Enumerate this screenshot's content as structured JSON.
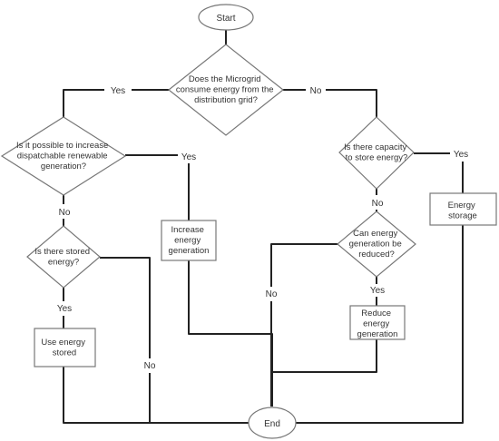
{
  "nodes": {
    "start": "Start",
    "end": "End",
    "q_consume": [
      "Does the Microgrid",
      "consume energy from the",
      "distribution grid?"
    ],
    "q_increase": [
      "Is it possible to increase",
      "dispatchable renewable",
      "generation?"
    ],
    "q_stored": [
      "Is there stored",
      "energy?"
    ],
    "q_capacity": [
      "Is there capacity",
      "to store energy?"
    ],
    "q_reduce": [
      "Can energy",
      "generation be",
      "reduced?"
    ],
    "a_increase": [
      "Increase",
      "energy",
      "generation"
    ],
    "a_use": [
      "Use energy",
      "stored"
    ],
    "a_reduce": [
      "Reduce",
      "energy",
      "generation"
    ],
    "a_storage": [
      "Energy",
      "storage"
    ]
  },
  "edge_labels": {
    "consume_yes": "Yes",
    "consume_no": "No",
    "increase_yes": "Yes",
    "increase_no": "No",
    "stored_yes": "Yes",
    "stored_no": "No",
    "capacity_yes": "Yes",
    "capacity_no": "No",
    "reduce_yes": "Yes",
    "reduce_no": "No"
  }
}
